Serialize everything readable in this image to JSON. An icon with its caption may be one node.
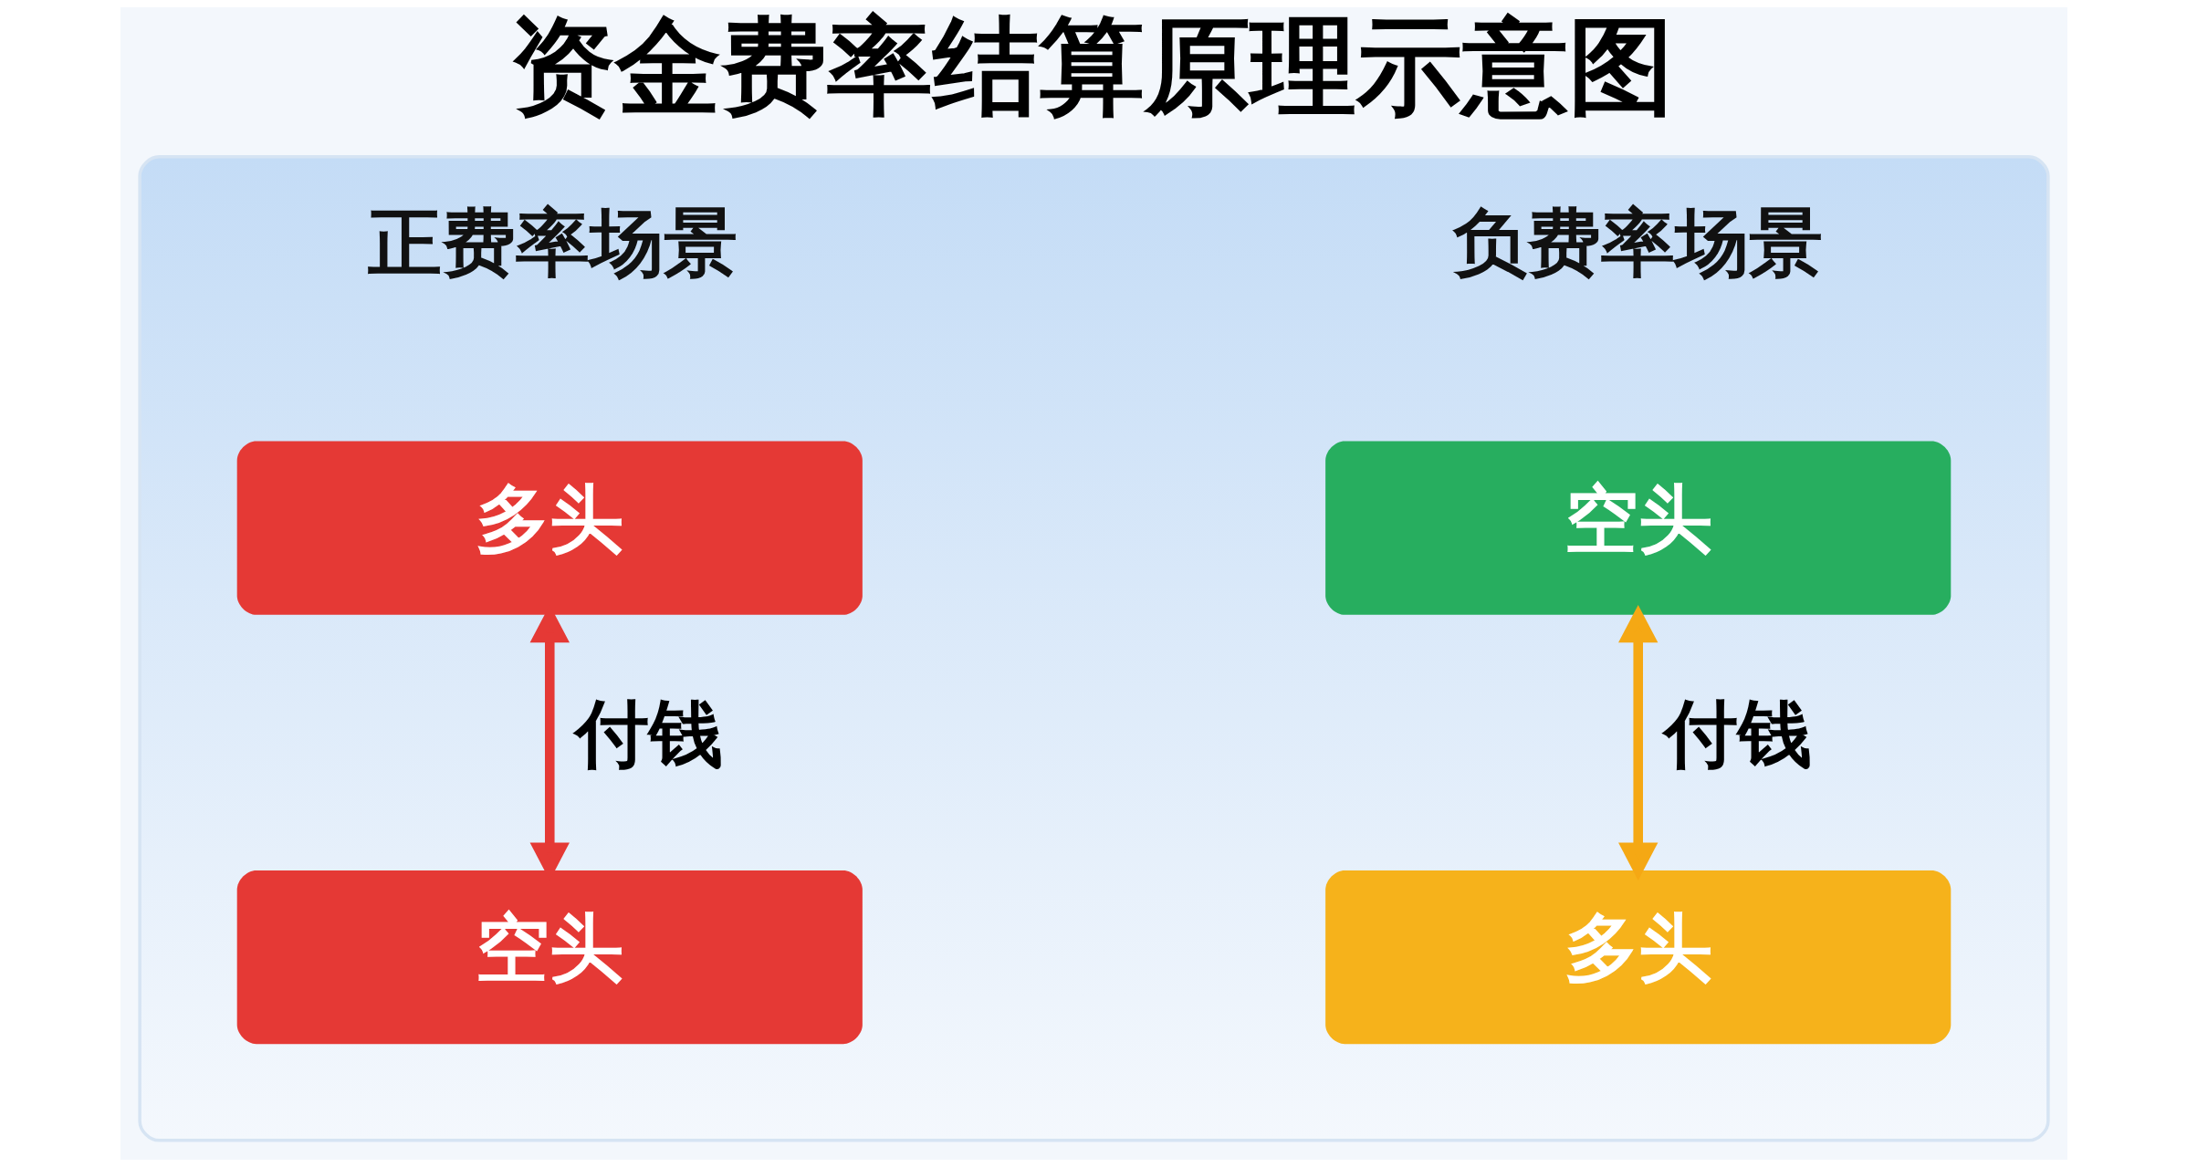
{
  "diagram": {
    "title": "资金费率结算原理示意图",
    "nodes": [
      {
        "text": [
          "正费率场景",
          "负费率场景"
        ]
      },
      {
        "text": [
          "多头"
        ],
        "in": 0
      },
      {
        "text": [
          "空头"
        ],
        "in": 0
      },
      {
        "text": [
          "空头"
        ],
        "in": 0
      },
      {
        "text": [
          "多头"
        ],
        "in": 0
      }
    ],
    "edges": [
      {
        "from": 1,
        "to": 2,
        "arrow": "both",
        "label": "付钱",
        "color": "#e53935"
      },
      {
        "from": 3,
        "to": 4,
        "arrow": "both",
        "label": "付钱",
        "color": "#f5a814"
      }
    ]
  }
}
